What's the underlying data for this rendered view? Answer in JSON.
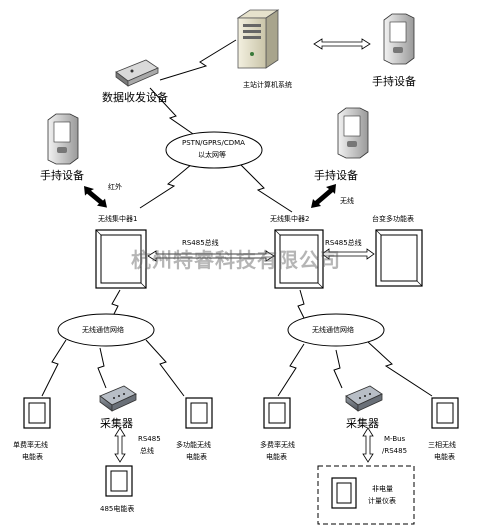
{
  "labels": {
    "server": "主站计算机系统",
    "handheld_top_right": "手持设备",
    "transceiver": "数据收发设备",
    "network": "PSTN/GPRS/CDMA",
    "network_sub": "以太网等",
    "handheld_left": "手持设备",
    "handheld_right": "手持设备",
    "infrared": "红外",
    "wireless": "无线",
    "concentrator1": "无线集中器1",
    "concentrator2": "无线集中器2",
    "multifunction_meter": "台变多功能表",
    "rs485_bus_1": "RS485总线",
    "rs485_bus_2": "RS485总线",
    "wireless_net_left": "无线通信网络",
    "wireless_net_right": "无线通信网络",
    "single_rate_meter_l1": "单费率无线",
    "single_rate_meter_l2": "电能表",
    "collector_left": "采集器",
    "collector_right": "采集器",
    "rs485_line_l1": "RS485",
    "rs485_line_l2": "总线",
    "multi_func_meter_l1": "多功能无线",
    "multi_func_meter_l2": "电能表",
    "multi_rate_meter_l1": "多费率无线",
    "multi_rate_meter_l2": "电能表",
    "mbus_l1": "M-Bus",
    "mbus_l2": "/RS485",
    "three_phase_l1": "三相无线",
    "three_phase_l2": "电能表",
    "meter_485": "485电能表",
    "non_elec_l1": "非电量",
    "non_elec_l2": "计量仪表"
  },
  "watermark": "杭州特睿科技有限公司"
}
